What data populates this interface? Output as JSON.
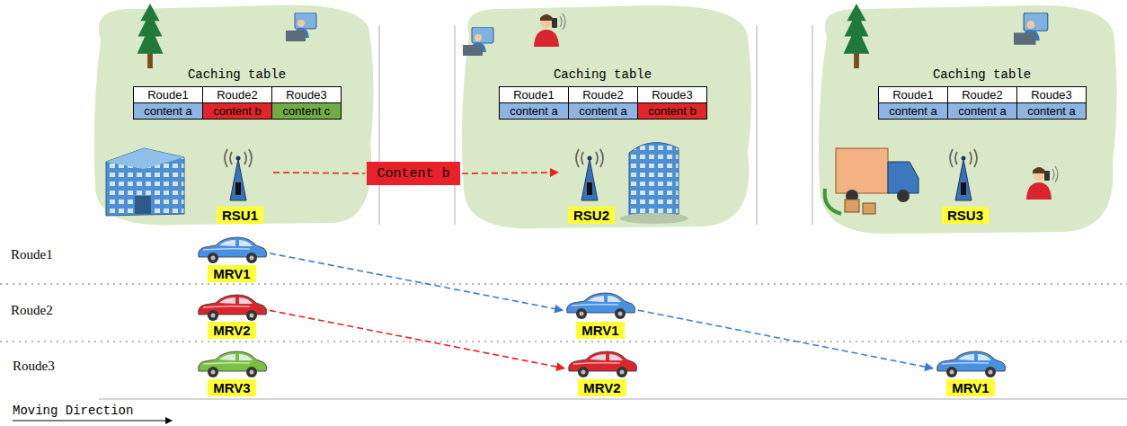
{
  "diagram": {
    "nodes": [
      {
        "text": [
          "RSU1"
        ]
      },
      {
        "text": [
          "RSU2"
        ]
      },
      {
        "text": [
          "RSU3"
        ]
      },
      {
        "text": [
          "Content b"
        ]
      },
      {
        "text": [
          "MRV1"
        ]
      },
      {
        "text": [
          "MRV2"
        ]
      },
      {
        "text": [
          "MRV3"
        ]
      },
      {
        "text": [
          "MRV1"
        ]
      },
      {
        "text": [
          "MRV2"
        ]
      },
      {
        "text": [
          "MRV1"
        ]
      }
    ],
    "edges": [
      {
        "from": 0,
        "to": 3,
        "arrow": "none"
      },
      {
        "from": 3,
        "to": 1,
        "arrow": "to"
      },
      {
        "from": 4,
        "to": 7,
        "arrow": "to"
      },
      {
        "from": 7,
        "to": 9,
        "arrow": "to"
      },
      {
        "from": 5,
        "to": 8,
        "arrow": "to"
      }
    ],
    "labels": [
      "Caching table",
      "Roude1",
      "Roude2",
      "Roude3",
      "content a",
      "content b",
      "content c",
      "Caching table",
      "Roude1",
      "Roude2",
      "Roude3",
      "content a",
      "content a",
      "content b",
      "Caching table",
      "Roude1",
      "Roude2",
      "Roude3",
      "content a",
      "content a",
      "content a",
      "Roude1",
      "Roude2",
      "Roude3",
      "Moving Direction"
    ]
  }
}
